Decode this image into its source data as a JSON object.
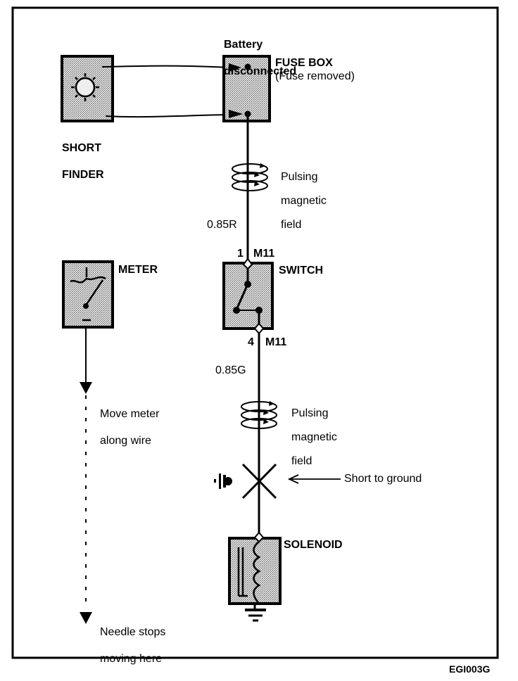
{
  "figure_code": "EGI003G",
  "colors": {
    "ink": "#000000",
    "paper": "#ffffff",
    "box_fill": "#c8c8c8"
  },
  "components": {
    "short_finder": {
      "label_line1": "SHORT",
      "label_line2": "FINDER",
      "icon": "lamp-icon"
    },
    "fuse_box": {
      "label": "FUSE BOX",
      "note": "(Fuse removed)",
      "header_line1": "Battery",
      "header_line2": "disconnected"
    },
    "meter": {
      "label": "METER",
      "icon": "gauge-needle-icon"
    },
    "switch": {
      "label": "SWITCH",
      "icon": "switch-contact-icon"
    },
    "solenoid": {
      "label": "SOLENOID",
      "icon": "coil-icon"
    },
    "ground": {
      "icon": "ground-icon"
    }
  },
  "wires": {
    "upper": {
      "gauge_color": "0.85R",
      "connector_pin": "1",
      "connector_id": "M11"
    },
    "lower": {
      "gauge_color": "0.85G",
      "connector_pin": "4",
      "connector_id": "M11"
    }
  },
  "annotations": {
    "field_upper": {
      "line1": "Pulsing",
      "line2": "magnetic",
      "line3": "field"
    },
    "field_lower": {
      "line1": "Pulsing",
      "line2": "magnetic",
      "line3": "field"
    },
    "short": {
      "text": "Short to ground"
    },
    "move_meter": {
      "line1": "Move meter",
      "line2": "along wire"
    },
    "needle_stops": {
      "line1": "Needle stops",
      "line2": "moving here"
    }
  }
}
